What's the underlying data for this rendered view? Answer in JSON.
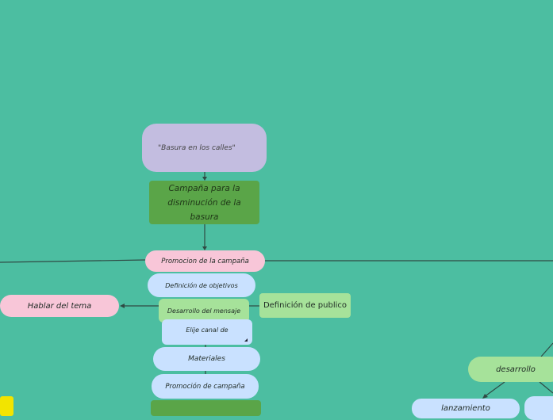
{
  "diagram": {
    "root": "\"Basura en los calles\"",
    "campaign": "Campaña para la disminución de la basura",
    "promocion": "Promocion de la campaña",
    "objetivos": "Definición de objetivos",
    "mensaje": "Desarrollo del mensaje",
    "canal": "Elije canal de",
    "materiales": "Materiales",
    "promocion_campana": "Promoción de campaña",
    "hablar": "Hablar del tema",
    "publico": "Definición de publico",
    "desarrollo": "desarrollo",
    "lanzamiento": "lanzamiento"
  },
  "colors": {
    "background": "#4cbea1",
    "lavender": "#c3bde0",
    "dark_green": "#5aa548",
    "pink": "#f8c6d8",
    "light_blue": "#c9e1ff",
    "light_green": "#a6e29a",
    "yellow": "#f2e400",
    "connector": "#2f4a44"
  }
}
